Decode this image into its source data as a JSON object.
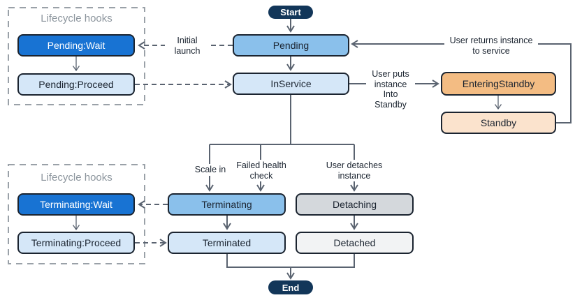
{
  "colors": {
    "terminal_pill": "#123659",
    "state_blue": "#8AC0EB",
    "state_light_blue": "#D5E7F8",
    "hook_wait_blue": "#1873D3",
    "entering_standby_orange": "#F3BC83",
    "standby_orange": "#FBE3CD",
    "detaching_gray": "#D4D8DC",
    "detached_gray": "#F2F3F4",
    "node_border": "#1B2430",
    "connector_gray": "#5A6370",
    "hook_frame_gray": "#9AA1A8",
    "hook_title_gray": "#8D969E"
  },
  "pills": {
    "start": "Start",
    "end": "End"
  },
  "states": {
    "pending": "Pending",
    "in_service": "InService",
    "entering_standby": "EnteringStandby",
    "standby": "Standby",
    "terminating": "Terminating",
    "terminated": "Terminated",
    "detaching": "Detaching",
    "detached": "Detached"
  },
  "hooks": {
    "pending_group_title": "Lifecycle hooks",
    "terminating_group_title": "Lifecycle hooks",
    "pending_wait": "Pending:Wait",
    "pending_proceed": "Pending:Proceed",
    "terminating_wait": "Terminating:Wait",
    "terminating_proceed": "Terminating:Proceed"
  },
  "edge_labels": {
    "initial_launch": [
      "Initial",
      "launch"
    ],
    "user_puts_instance_into_standby": [
      "User puts",
      "instance",
      "Into",
      "Standby"
    ],
    "user_returns_instance_to_service": [
      "User returns instance",
      "to service"
    ],
    "scale_in": [
      "Scale in"
    ],
    "failed_health_check": [
      "Failed health",
      "check"
    ],
    "user_detaches_instance": [
      "User detaches",
      "instance"
    ]
  }
}
